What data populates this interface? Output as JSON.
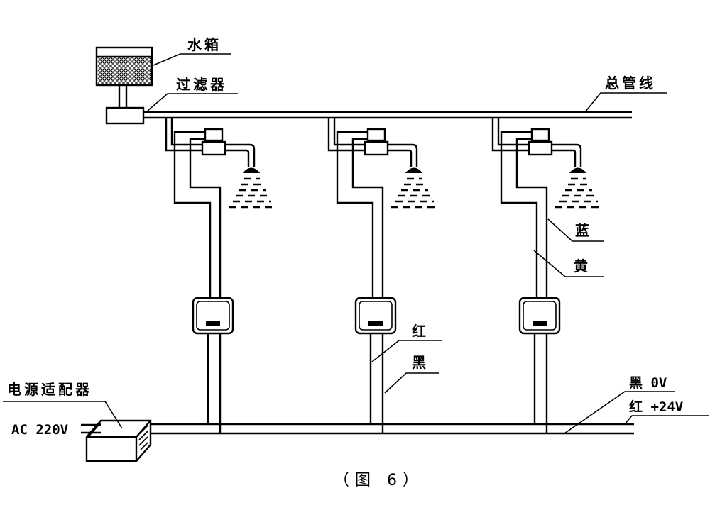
{
  "labels": {
    "water_tank": "水箱",
    "filter": "过滤器",
    "main_pipe": "总管线",
    "wire_blue": "蓝",
    "wire_yellow": "黄",
    "wire_red": "红",
    "wire_black": "黑",
    "power_adapter": "电源适配器",
    "ac_input": "AC 220V",
    "bus_black": "黑  0V",
    "bus_red": "红  +24V"
  },
  "caption": "（图 6）",
  "units": [
    {
      "id": "unit-1"
    },
    {
      "id": "unit-2"
    },
    {
      "id": "unit-3"
    }
  ]
}
